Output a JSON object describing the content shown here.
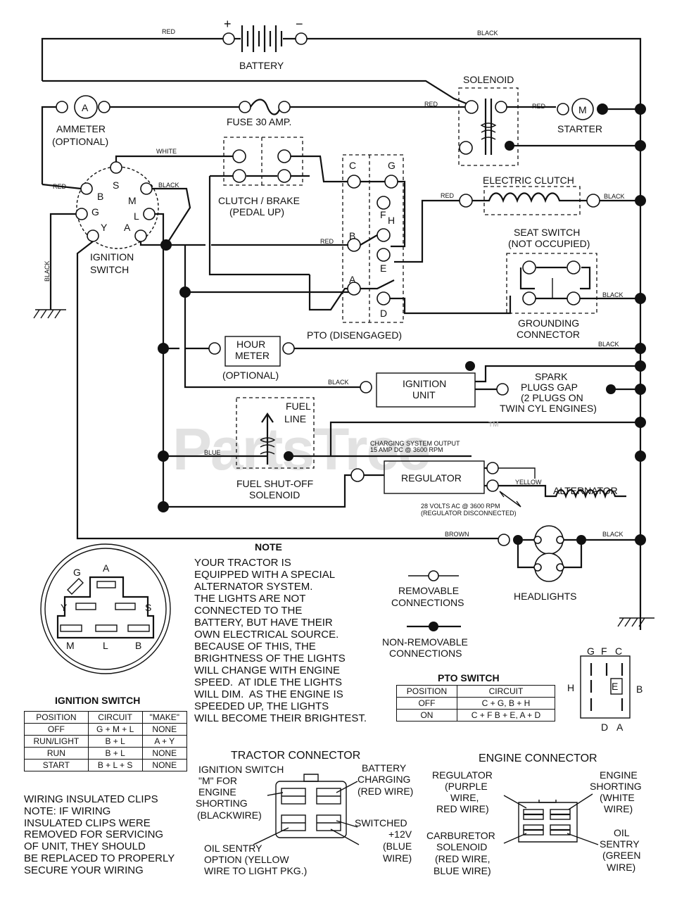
{
  "watermark": "PartsTree",
  "trademark": "TM",
  "labels": {
    "battery": "BATTERY",
    "plus": "+",
    "minus": "−",
    "red": "RED",
    "black": "BLACK",
    "white": "WHITE",
    "blue": "BLUE",
    "yellow": "YELLOW",
    "brown": "BROWN",
    "solenoid": "SOLENOID",
    "ammeter": "AMMETER",
    "ammeter_opt": "(OPTIONAL)",
    "ammeter_letter": "A",
    "fuse": "FUSE 30 AMP.",
    "starter": "STARTER",
    "starter_letter": "M",
    "clutch_brake": "CLUTCH / BRAKE",
    "pedal_up": "(PEDAL UP)",
    "electric_clutch": "ELECTRIC CLUTCH",
    "seat_switch": "SEAT SWITCH",
    "not_occupied": "(NOT OCCUPIED)",
    "grounding": "GROUNDING",
    "connector": "CONNECTOR",
    "ignition": "IGNITION",
    "switch": "SWITCH",
    "pto_disengaged": "PTO (DISENGAGED)",
    "hour": "HOUR",
    "meter": "METER",
    "optional": "(OPTIONAL)",
    "ignition_unit_1": "IGNITION",
    "ignition_unit_2": "UNIT",
    "spark1": "SPARK",
    "spark2": "PLUGS GAP",
    "spark3": "(2 PLUGS ON",
    "spark4": "TWIN CYL  ENGINES)",
    "fuel": "FUEL",
    "line": "LINE",
    "charging1": "CHARGING SYSTEM OUTPUT",
    "charging2": "15 AMP DC @ 3600 RPM",
    "regulator": "REGULATOR",
    "alternator": "ALTERNATOR",
    "volts1": "28 VOLTS AC @ 3600 RPM",
    "volts2": "(REGULATOR DISCONNECTED)",
    "fuel_shutoff1": "FUEL SHUT-OFF",
    "fuel_shutoff2": "SOLENOID",
    "headlights": "HEADLIGHTS",
    "note_title": "NOTE",
    "removable1": "REMOVABLE",
    "removable2": "CONNECTIONS",
    "nonremovable1": "NON-REMOVABLE",
    "nonremovable2": "CONNECTIONS",
    "pto_switch": "PTO SWITCH",
    "ign_switch_title": "IGNITION SWITCH",
    "tractor_connector": "TRACTOR CONNECTOR",
    "engine_connector": "ENGINE CONNECTOR"
  },
  "ign_terminals": [
    "B",
    "S",
    "M",
    "G",
    "L",
    "Y",
    "A"
  ],
  "pto_terminals": [
    "C",
    "G",
    "F",
    "H",
    "B",
    "E",
    "A",
    "D"
  ],
  "pto_face": {
    "top": [
      "G",
      "F",
      "C"
    ],
    "left": "H",
    "center": "E",
    "right": "B",
    "bottom": [
      "D",
      "A"
    ]
  },
  "ign_face": {
    "top": [
      "G",
      "A"
    ],
    "mid": [
      "Y",
      "S"
    ],
    "bottom": [
      "M",
      "L",
      "B"
    ]
  },
  "note_text": "YOUR TRACTOR IS\nEQUIPPED WITH A SPECIAL\nALTERNATOR SYSTEM.\nTHE LIGHTS ARE NOT\nCONNECTED TO THE\nBATTERY, BUT HAVE THEIR\nOWN ELECTRICAL SOURCE.\nBECAUSE OF THIS, THE\nBRIGHTNESS OF THE LIGHTS\nWILL CHANGE WITH ENGINE\nSPEED.  AT IDLE THE LIGHTS\nWILL DIM.  AS THE ENGINE IS\nSPEEDED UP, THE LIGHTS\nWILL BECOME THEIR BRIGHTEST.",
  "wiring_clips": "WIRING INSULATED CLIPS\nNOTE: IF WIRING\nINSULATED CLIPS WERE\nREMOVED FOR SERVICING\nOF UNIT, THEY SHOULD\nBE REPLACED TO PROPERLY\nSECURE YOUR WIRING",
  "ign_table": {
    "headers": [
      "POSITION",
      "CIRCUIT",
      "\"MAKE\""
    ],
    "rows": [
      [
        "OFF",
        "G + M + L",
        "NONE"
      ],
      [
        "RUN/LIGHT",
        "B + L",
        "A + Y"
      ],
      [
        "RUN",
        "B + L",
        "NONE"
      ],
      [
        "START",
        "B + L + S",
        "NONE"
      ]
    ]
  },
  "pto_table": {
    "headers": [
      "POSITION",
      "CIRCUIT"
    ],
    "rows": [
      [
        "OFF",
        "C + G, B + H"
      ],
      [
        "ON",
        "C + F  B + E, A + D"
      ]
    ]
  },
  "tractor_conn": {
    "left1": "IGNITION SWITCH",
    "left2": "\"M\" FOR",
    "left3": "ENGINE",
    "left4": "SHORTING",
    "left5": "(BLACKWIRE)",
    "right1": "BATTERY",
    "right2": "CHARGING",
    "right3": "(RED WIRE)",
    "right4": "SWITCHED",
    "right5": "+12V",
    "right6": "(BLUE",
    "right7": "WIRE)",
    "bottom1": "OIL SENTRY",
    "bottom2": "OPTION (YELLOW",
    "bottom3": "WIRE TO LIGHT PKG.)"
  },
  "engine_conn": {
    "left1": "REGULATOR",
    "left2": "(PURPLE",
    "left3": "WIRE,",
    "left4": "RED WIRE)",
    "right1": "ENGINE",
    "right2": "SHORTING",
    "right3": "(WHITE",
    "right4": "WIRE)",
    "bl1": "CARBURETOR",
    "bl2": "SOLENOID",
    "bl3": "(RED WIRE,",
    "bl4": "BLUE WIRE)",
    "br1": "OIL",
    "br2": "SENTRY",
    "br3": "(GREEN",
    "br4": "WIRE)"
  }
}
